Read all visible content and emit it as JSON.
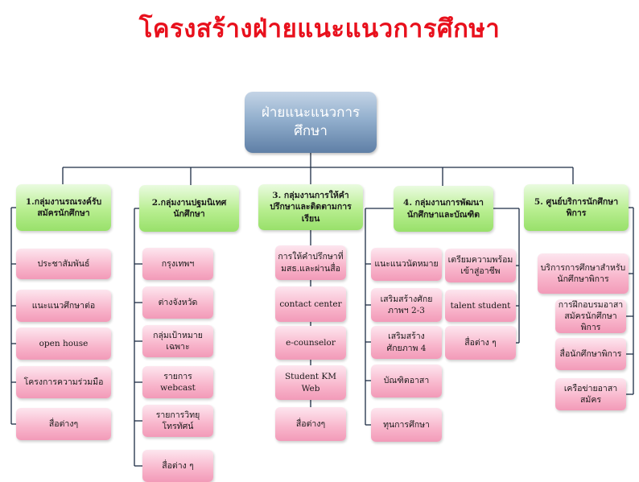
{
  "title": "โครงสร้างฝ่ายแนะแนวการศึกษา",
  "root": "ฝ่ายแนะแนวการศึกษา",
  "groups": [
    {
      "label": "1.กลุ่มงานรณรงค์รับสมัครนักศึกษา",
      "items": [
        "ประชาสัมพันธ์",
        "แนะแนวศึกษาต่อ",
        "open house",
        "โครงการความร่วมมือ",
        "สื่อต่างๆ"
      ]
    },
    {
      "label": "2.กลุ่มงานปฐมนิเทศนักศึกษา",
      "items": [
        "กรุงเทพฯ",
        "ต่างจังหวัด",
        "กลุ่มเป้าหมายเฉพาะ",
        "รายการ webcast",
        "รายการวิทยุ โทรทัศน์",
        "สื่อต่าง ๆ"
      ]
    },
    {
      "label": "3. กลุ่มงานการให้คำปรึกษาและติดตามการเรียน",
      "items": [
        "การให้คำปรึกษาที่ มสธ.และผ่านสื่อ",
        "contact center",
        "e-counselor",
        "Student KM Web",
        "สื่อต่างๆ"
      ]
    },
    {
      "label": "4. กลุ่มงานการพัฒนานักศึกษาและบัณฑิต",
      "items_left": [
        "แนะแนวนัดหมาย",
        "เสริมสร้างศักยภาพฯ 2-3",
        "เสริมสร้างศักยภาพ 4",
        "บัณฑิตอาสา",
        "ทุนการศึกษา"
      ],
      "items_right": [
        "เตรียมความพร้อมเข้าสู่อาชีพ",
        "talent student",
        "สื่อต่าง ๆ"
      ]
    },
    {
      "label": "5. ศูนย์บริการนักศึกษาพิการ",
      "items": [
        "บริการการศึกษาสำหรับนักศึกษาพิการ",
        "การฝึกอบรมอาสาสมัครนักศึกษาพิการ",
        "สื่อนักศึกษาพิการ",
        "เครือข่ายอาสาสมัคร"
      ]
    }
  ]
}
